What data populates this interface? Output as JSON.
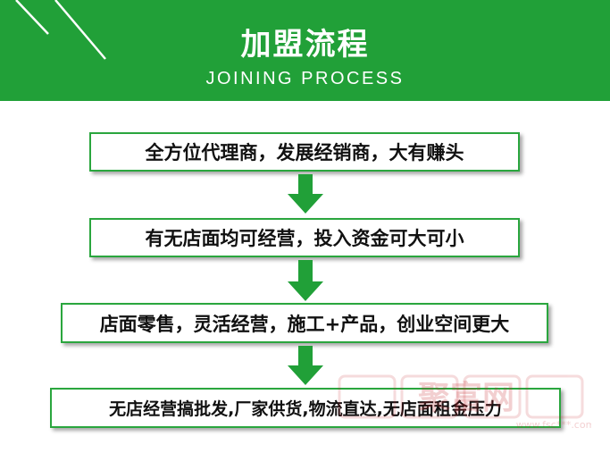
{
  "header": {
    "title": "加盟流程",
    "subtitle": "JOINING PROCESS",
    "background_color": "#21a038"
  },
  "steps": [
    {
      "label": "全方位代理商，发展经销商，大有赚头"
    },
    {
      "label": "有无店面均可经营，投入资金可大可小"
    },
    {
      "label": "店面零售，灵活经营，施工+产品，创业空间更大"
    },
    {
      "label": "无店经营搞批发,厂家供货,物流直达,无店面租金压力"
    }
  ],
  "colors": {
    "accent": "#21a038",
    "arrow": "#21a038",
    "box_border": "#2aa63e"
  },
  "icons": {
    "arrow": "arrow-down-icon",
    "watermark": "watermark-logo"
  },
  "watermark": {
    "text": "聚富网",
    "url": "www.fsc***.com"
  }
}
